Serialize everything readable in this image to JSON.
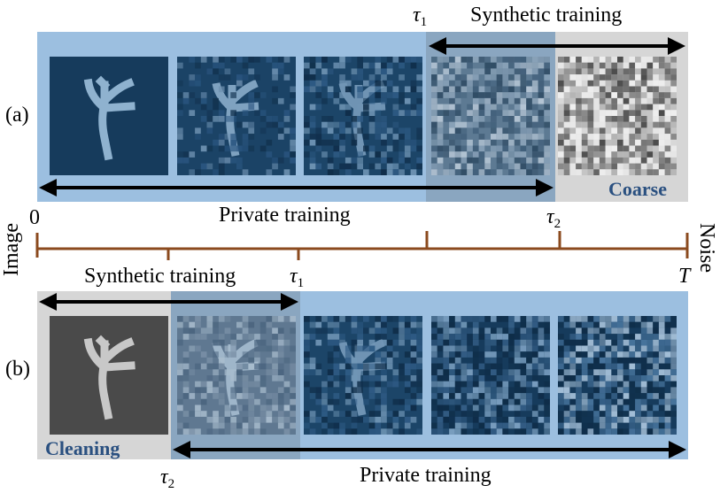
{
  "rows": {
    "a": {
      "label": "(a)",
      "synthetic": "Synthetic training",
      "private": "Private training",
      "tag": "Coarse",
      "tau": "τ",
      "tau_sub": "1"
    },
    "b": {
      "label": "(b)",
      "synthetic": "Synthetic training",
      "private": "Private training",
      "tag": "Cleaning",
      "tau": "τ",
      "tau_sub": "2"
    }
  },
  "axis": {
    "start": "0",
    "end": "T",
    "left_label": "Image",
    "right_label": "Noise",
    "tau1": "τ",
    "tau1_sub": "1",
    "tau2": "τ",
    "tau2_sub": "2"
  },
  "colors": {
    "private_bg": "#9cbfe0",
    "synthetic_bg": "#d6d6d6",
    "axis": "#8b4a1e",
    "tile_dark": "#163b5c",
    "tile_gray": "#4a4a4a",
    "digit": "#8fb2cf"
  }
}
